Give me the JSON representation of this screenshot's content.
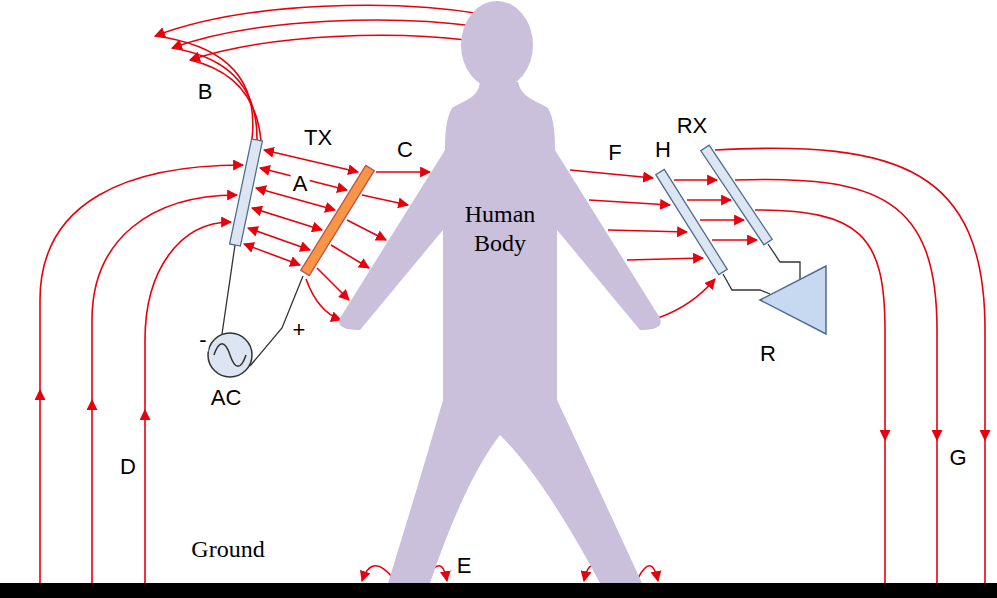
{
  "diagram": {
    "nodes": [
      {
        "text": [
          "Human Body"
        ]
      }
    ],
    "labels": [
      "B",
      "TX",
      "A",
      "C",
      "F",
      "H",
      "RX",
      "AC",
      "-",
      "+",
      "R",
      "D",
      "G",
      "Ground",
      "E"
    ]
  }
}
